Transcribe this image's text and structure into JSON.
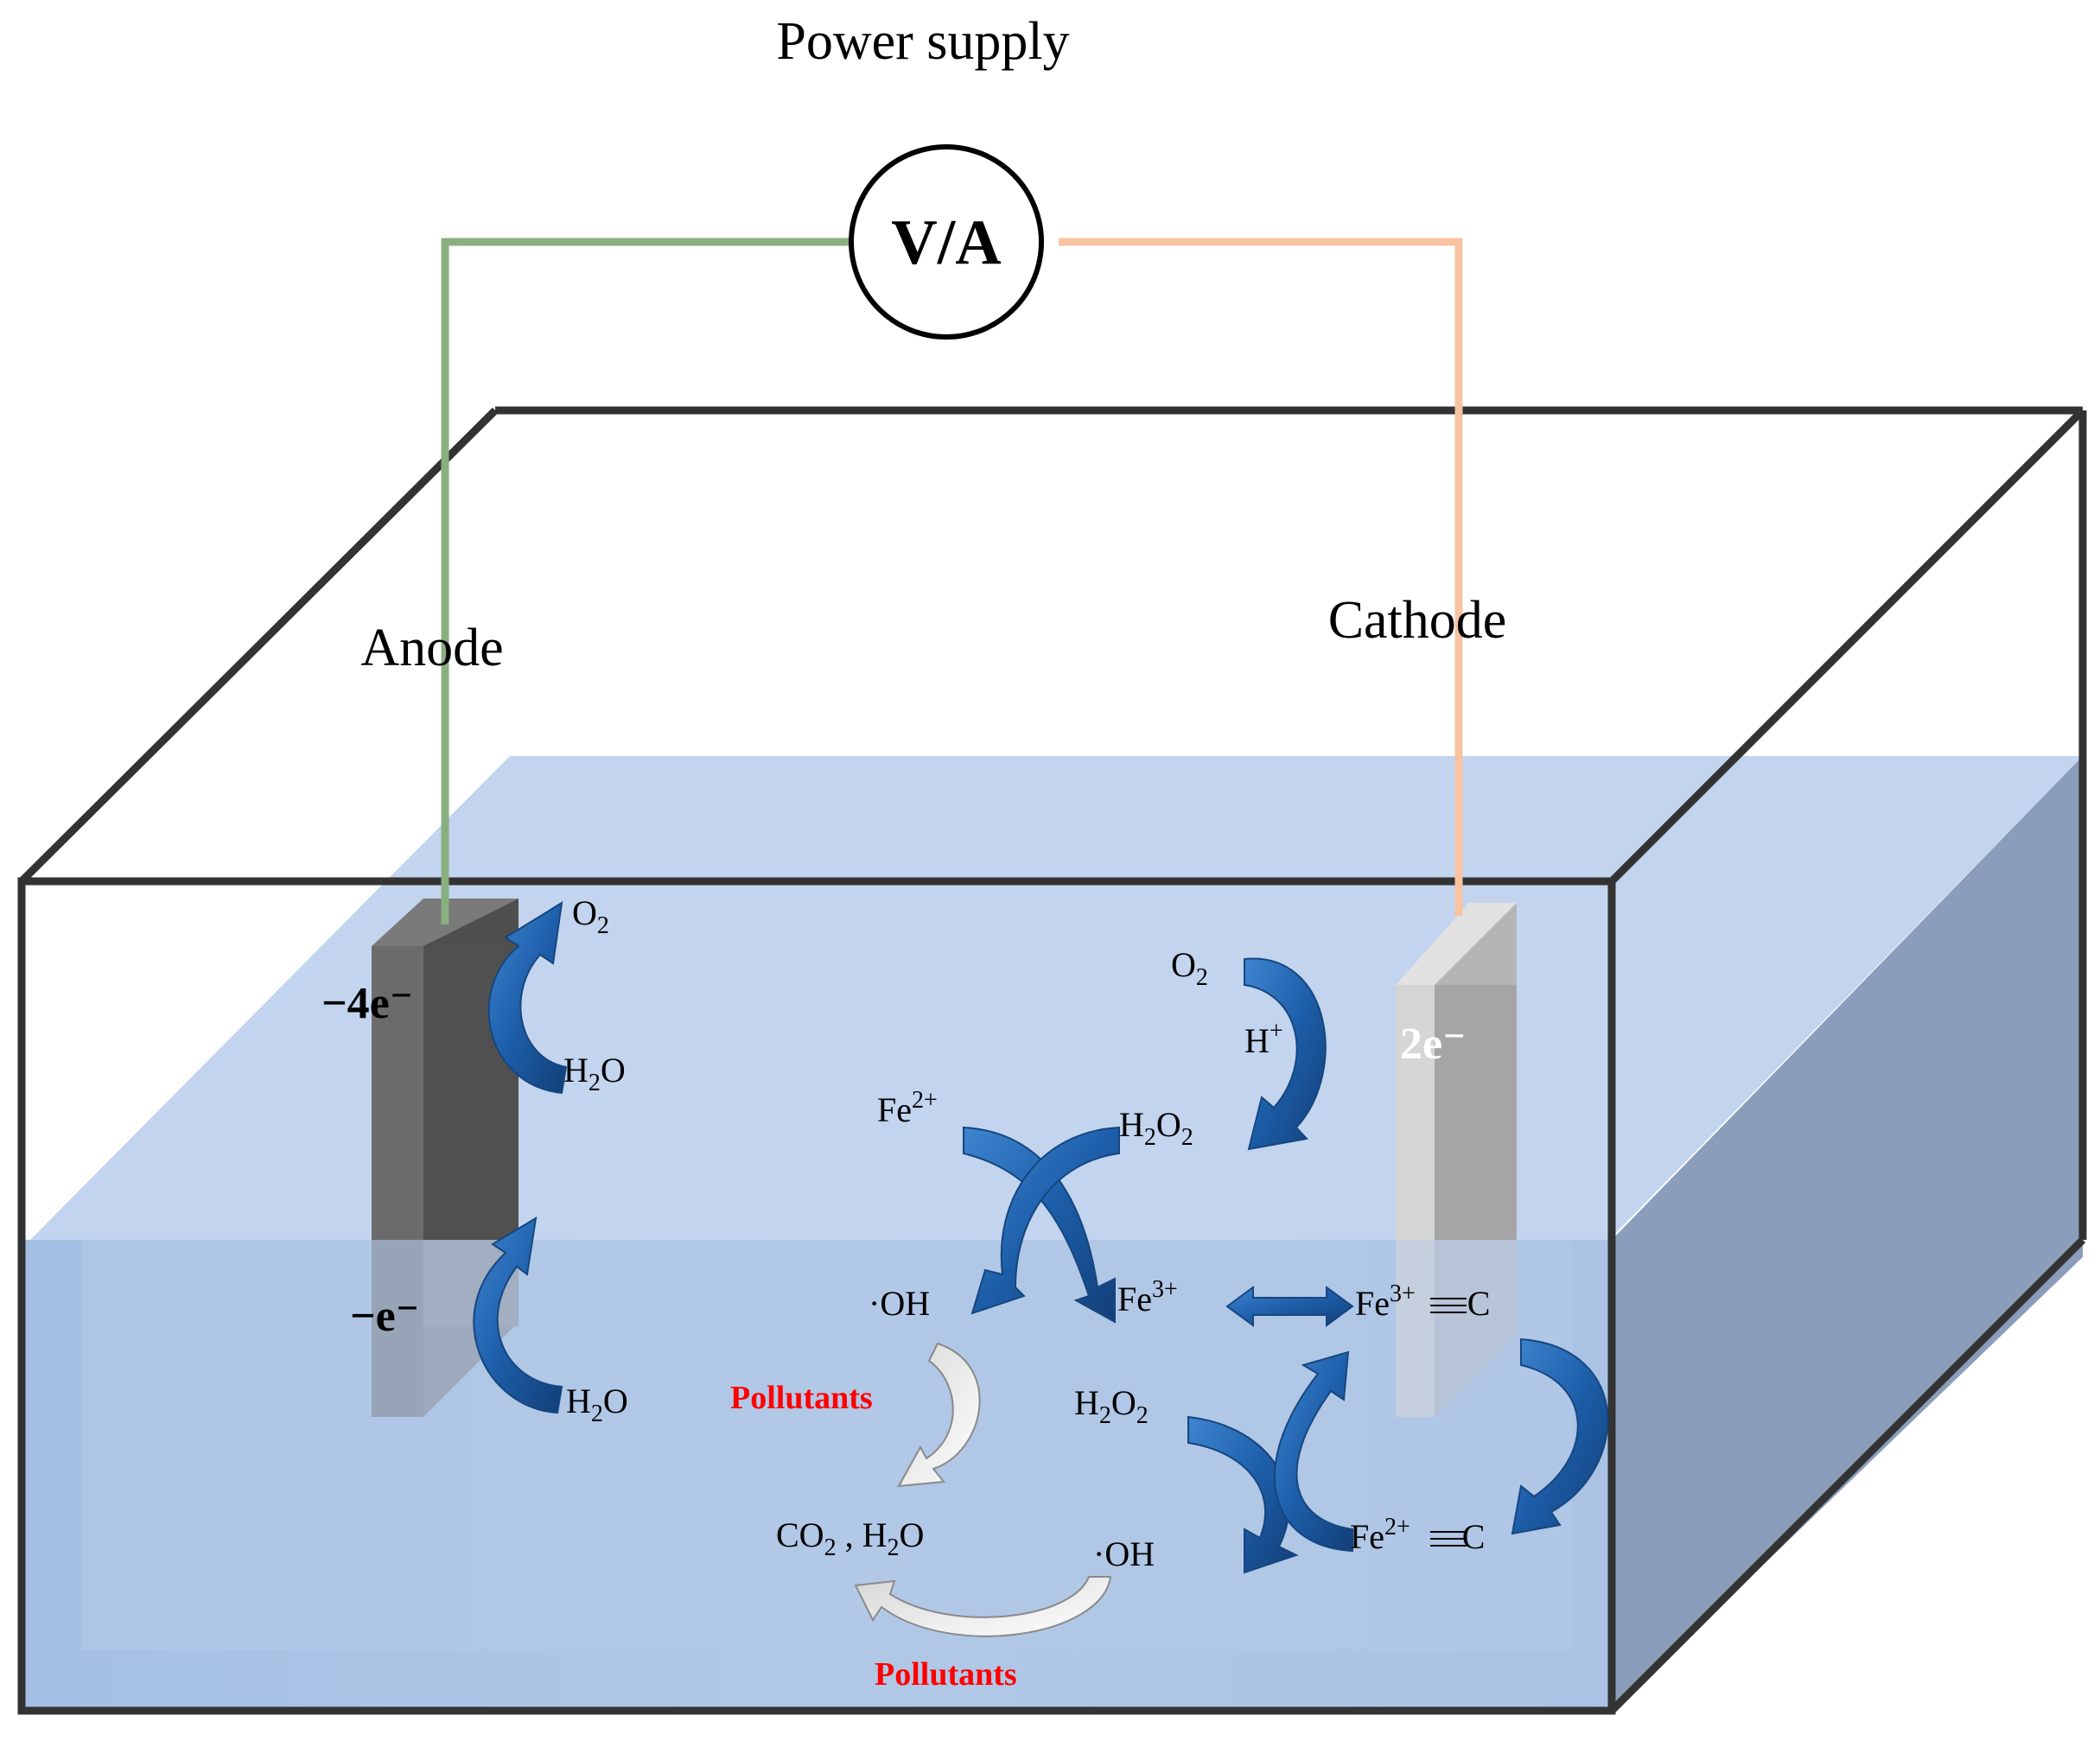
{
  "title": "Power supply",
  "meter": "V/A",
  "labels": {
    "anode": "Anode",
    "cathode": "Cathode"
  },
  "anode": {
    "electrons_top": "−4e⁻",
    "electrons_bottom": "−e⁻",
    "product_top": "O",
    "product_top_sub": "2",
    "reactant_top_h": "H",
    "reactant_top_sub": "2",
    "reactant_top_o": "O",
    "reactant_bottom_h": "H",
    "reactant_bottom_sub": "2",
    "reactant_bottom_o": "O"
  },
  "cathode": {
    "electrons": "2e⁻",
    "o2": "O",
    "o2_sub": "2",
    "hplus": "H",
    "hplus_sup": "+",
    "h2o2_h": "H",
    "h2o2_sub1": "2",
    "h2o2_o": "O",
    "h2o2_sub2": "2"
  },
  "fenton": {
    "fe2": "Fe",
    "fe2_sup": "2+",
    "oh1": "·OH",
    "fe3": "Fe",
    "fe3_sup": "3+",
    "fe3c": "Fe",
    "fe3c_sup": "3+",
    "fe3c_c": "C",
    "h2o2b_h": "H",
    "h2o2b_sub1": "2",
    "h2o2b_o": "O",
    "h2o2b_sub2": "2",
    "oh2": "·OH",
    "fe2c": "Fe",
    "fe2c_sup": "2+",
    "fe2c_c": "C"
  },
  "products": {
    "co2": "CO",
    "co2_sub": "2",
    "sep": " , ",
    "h": "H",
    "h_sub": "2",
    "o": "O"
  },
  "pollutants": [
    "Pollutants",
    "Pollutants"
  ],
  "colors": {
    "anode_wire": "#8aaf7e",
    "cathode_wire": "#f7c3a2",
    "tank_outline": "#333333",
    "water_top": "#c2d3ec",
    "water_front": "#adc4e4",
    "water_side": "#8a9dbb",
    "arrow_blue": "#1f5fa8",
    "pollutant_red": "#ff0000"
  }
}
